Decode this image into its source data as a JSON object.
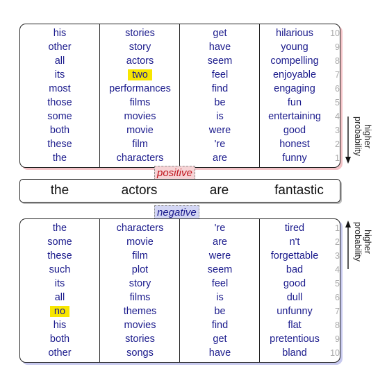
{
  "positive_panel": {
    "columns": [
      [
        "his",
        "other",
        "all",
        "its",
        "most",
        "those",
        "some",
        "both",
        "these",
        "the"
      ],
      [
        "stories",
        "story",
        "actors",
        "two",
        "performances",
        "films",
        "movies",
        "movie",
        "film",
        "characters"
      ],
      [
        "get",
        "have",
        "seem",
        "feel",
        "find",
        "be",
        "is",
        "were",
        "'re",
        "are"
      ],
      [
        "hilarious",
        "young",
        "compelling",
        "enjoyable",
        "engaging",
        "fun",
        "entertaining",
        "good",
        "honest",
        "funny"
      ]
    ],
    "ranks": [
      "10",
      "9",
      "8",
      "7",
      "6",
      "5",
      "4",
      "3",
      "2",
      "1"
    ],
    "highlighted_word": "two",
    "highlight_color": "#f7e600"
  },
  "positive_label": "positive",
  "sentence": [
    "the",
    "actors",
    "are",
    "fantastic"
  ],
  "negative_label": "negative",
  "negative_panel": {
    "columns": [
      [
        "the",
        "some",
        "these",
        "such",
        "its",
        "all",
        "no",
        "his",
        "both",
        "other"
      ],
      [
        "characters",
        "movie",
        "film",
        "plot",
        "story",
        "films",
        "themes",
        "movies",
        "stories",
        "songs"
      ],
      [
        "'re",
        "are",
        "were",
        "seem",
        "feel",
        "is",
        "be",
        "find",
        "get",
        "have"
      ],
      [
        "tired",
        "n't",
        "forgettable",
        "bad",
        "good",
        "dull",
        "unfunny",
        "flat",
        "pretentious",
        "bland"
      ]
    ],
    "ranks": [
      "1",
      "2",
      "3",
      "4",
      "5",
      "6",
      "7",
      "8",
      "9",
      "10"
    ],
    "highlighted_word": "no",
    "highlight_color": "#f7e600"
  },
  "axis_label_line1": "higher",
  "axis_label_line2": "probability",
  "colors": {
    "word_text": "#1a1a8c",
    "positive_tag_bg": "#f6d4d6",
    "positive_tag_text": "#c0161e",
    "negative_tag_bg": "#d3d6f4",
    "negative_tag_text": "#1a1a8c",
    "rank_text": "#aaaaaa"
  }
}
